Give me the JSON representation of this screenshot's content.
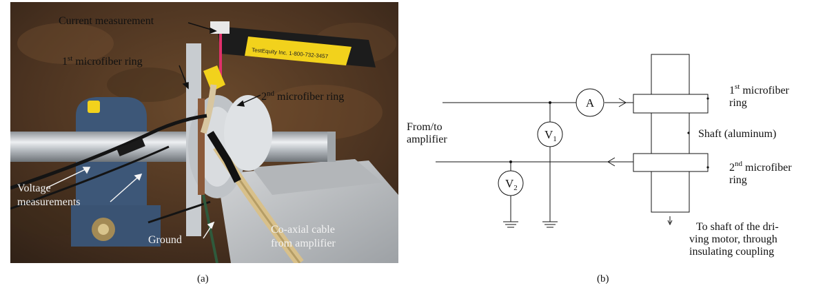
{
  "panel_a": {
    "labels": {
      "current_measurement": "Current measurement",
      "ring1_prefix": "1",
      "ring1_sup": "st",
      "ring1_rest": " microfiber ring",
      "ring2_prefix": "2",
      "ring2_sup": "nd",
      "ring2_rest": " microfiber ring",
      "voltage_line1": "Voltage",
      "voltage_line2": "measurements",
      "ground": "Ground",
      "coax_line1": "Co-axial cable",
      "coax_line2": "from amplifier",
      "probe_text": "TestEquity Inc. 1-800-732-3457"
    },
    "caption": "(a)"
  },
  "panel_b": {
    "labels": {
      "from_to_line1": "From/to",
      "from_to_line2": "amplifier",
      "ammeter": "A",
      "v1_main": "V",
      "v1_sub": "1",
      "v2_main": "V",
      "v2_sub": "2",
      "ring1_prefix": "1",
      "ring1_sup": "st",
      "ring1_rest": " microfiber",
      "ring1_line2": "ring",
      "shaft": "Shaft (aluminum)",
      "ring2_prefix": "2",
      "ring2_sup": "nd",
      "ring2_rest": " microfiber",
      "ring2_line2": "ring",
      "motor_line1": "To shaft of the dri-",
      "motor_line2": "ving motor, through",
      "motor_line3": "insulating coupling"
    },
    "caption": "(b)"
  },
  "colors": {
    "background": "#ffffff",
    "rust": "#5a3a22",
    "steel": "#c7cbcf",
    "bearing_blue": "#3d5778",
    "probe_yellow": "#f2d21c",
    "cable_tan": "#d8c08a"
  }
}
